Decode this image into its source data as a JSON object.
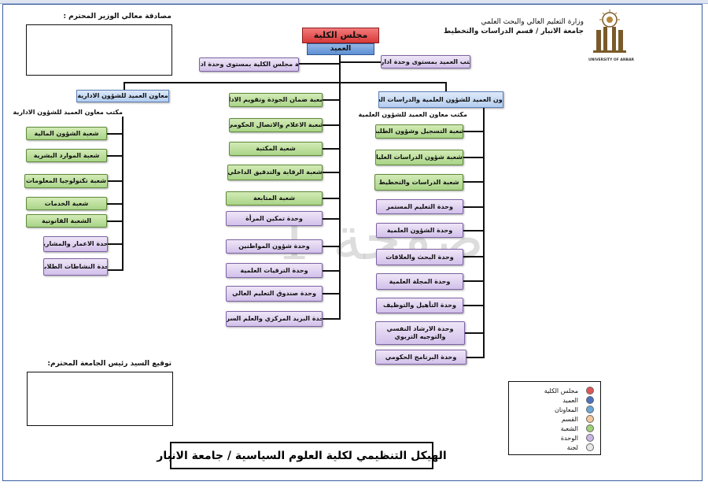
{
  "header": {
    "ministry_line1": "وزارة التعليم العالي والبحث العلمي",
    "ministry_line2": "جامعة الانبار / قسم الدراسات والتخطيط",
    "logo_caption": "UNIVERSITY OF ANBAR",
    "minister_approval": "مصادقة معالي الوزير المحترم :",
    "president_signature": "توقيع السيد رئيس الجامعة المحترم:"
  },
  "top": {
    "council": "مجلس الكلية",
    "dean": "العميد",
    "council_secretariat": "امانة مجلس الكلية بمستوى وحدة ادارية",
    "dean_office": "مكتب العميد بمستوى وحدة ادارية"
  },
  "left_branch": {
    "head": "معاون العميد للشؤون الادارية",
    "office": "مكتب معاون العميد للشؤون الادارية",
    "items": [
      "شعبة الشؤون المالية",
      "شعبة الموارد البشرية",
      "شعبة تكنولوجيا المعلومات",
      "شعبة الخدمات",
      "الشعبة القانونية",
      "وحدة الاعمار والمشاريع",
      "وحدة النشاطات الطلابية"
    ]
  },
  "middle_branch": {
    "items": [
      "شعبة ضمان الجودة وتقويم الاداء",
      "شعبة الاعلام والاتصال الحكومي",
      "شعبة المكتبة",
      "شعبة الرقابة والتدقيق الداخلي",
      "شعبة المتابعة",
      "وحدة تمكين المرأة",
      "وحدة شؤون المواطنين",
      "وحدة الترقيات العلمية",
      "وحدة صندوق التعليم العالي",
      "وحدة البريد المركزي والعلم السري"
    ]
  },
  "right_branch": {
    "head": "معاون العميد للشؤون العلمية والدراسات العليا",
    "office": "مكتب معاون العميد للشؤون العلمية",
    "items": [
      "شعبة التسجيل وشؤون الطلبة",
      "شعبة شؤون الدراسات العليا",
      "شعبة الدراسات والتخطيط",
      "وحدة التعليم المستمر",
      "وحدة الشؤون العلمية",
      "وحدة البحث والعلاقات",
      "وحدة المجلة العلمية",
      "وحدة التأهيل والتوظيف",
      "وحدة الارشاد النفسي والتوجيه التربوي",
      "وحدة البرنامج الحكومي"
    ]
  },
  "legend": {
    "items": [
      {
        "label": "مجلس الكلية",
        "color": "#e05555"
      },
      {
        "label": "العميد",
        "color": "#4a72c0"
      },
      {
        "label": "المعاونان",
        "color": "#6aa6d8"
      },
      {
        "label": "القسم",
        "color": "#f3c79a"
      },
      {
        "label": "الشعبة",
        "color": "#9fd07a"
      },
      {
        "label": "الوحدة",
        "color": "#c9b6e4"
      },
      {
        "label": "لجنة",
        "color": "#e8e8e8"
      }
    ]
  },
  "footer_title": "الهيكل التنظيمي لكلية العلوم السياسية / جامعة الانبار",
  "watermark": "صفحة 1"
}
